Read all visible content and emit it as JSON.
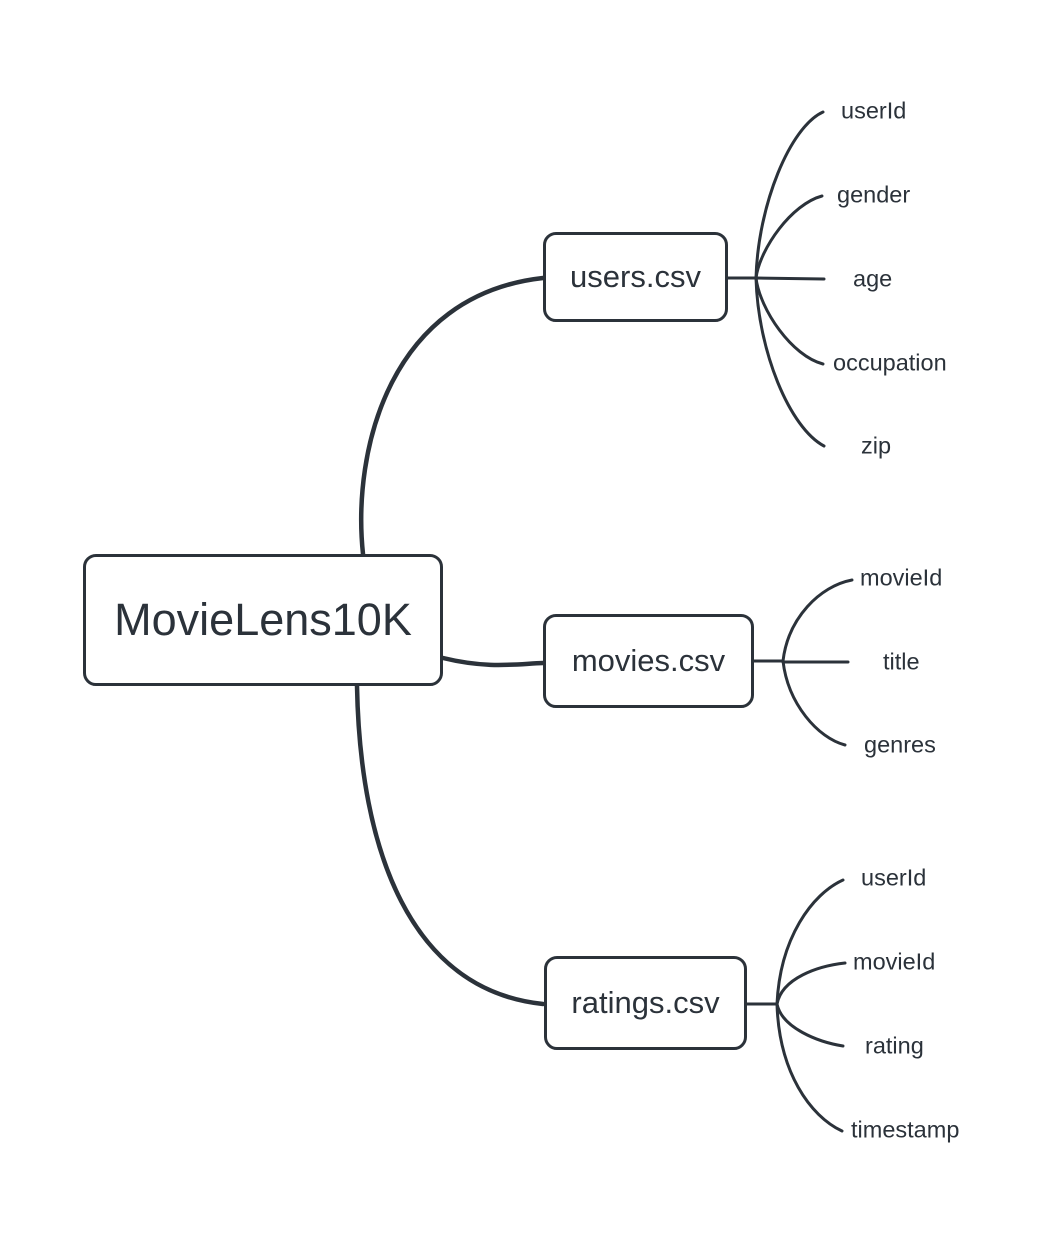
{
  "diagram": {
    "type": "mindmap",
    "colors": {
      "stroke": "#2b323a",
      "background": "#ffffff"
    },
    "root": {
      "label": "MovieLens10K"
    },
    "branches": [
      {
        "label": "users.csv",
        "children": [
          "userId",
          "gender",
          "age",
          "occupation",
          "zip"
        ]
      },
      {
        "label": "movies.csv",
        "children": [
          "movieId",
          "title",
          "genres"
        ]
      },
      {
        "label": "ratings.csv",
        "children": [
          "userId",
          "movieId",
          "rating",
          "timestamp"
        ]
      }
    ]
  }
}
